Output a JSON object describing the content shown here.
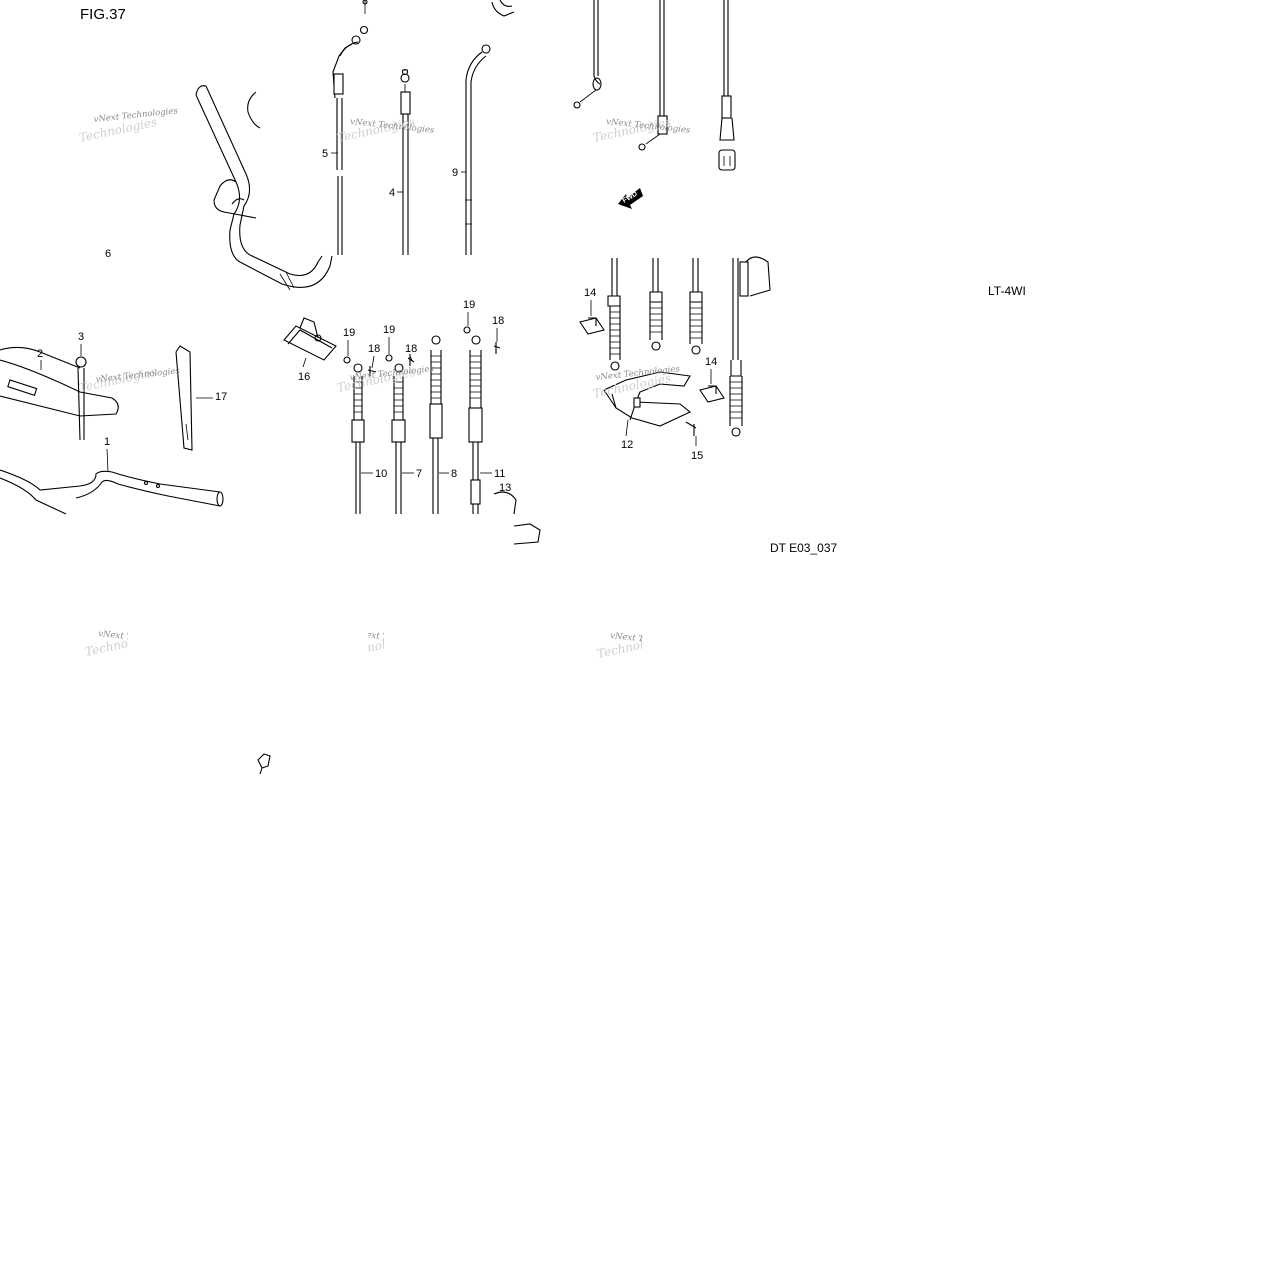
{
  "figure": {
    "title": "FIG.37",
    "model": "LT-4WI",
    "code": "DT E03_037",
    "fwd": "FWD"
  },
  "watermark": {
    "line1": "vNext Technologies",
    "line2": "Technologies"
  },
  "callouts": [
    "1",
    "2",
    "3",
    "4",
    "5",
    "6",
    "7",
    "8",
    "9",
    "10",
    "11",
    "12",
    "13",
    "14",
    "15",
    "16",
    "17",
    "18",
    "19"
  ]
}
